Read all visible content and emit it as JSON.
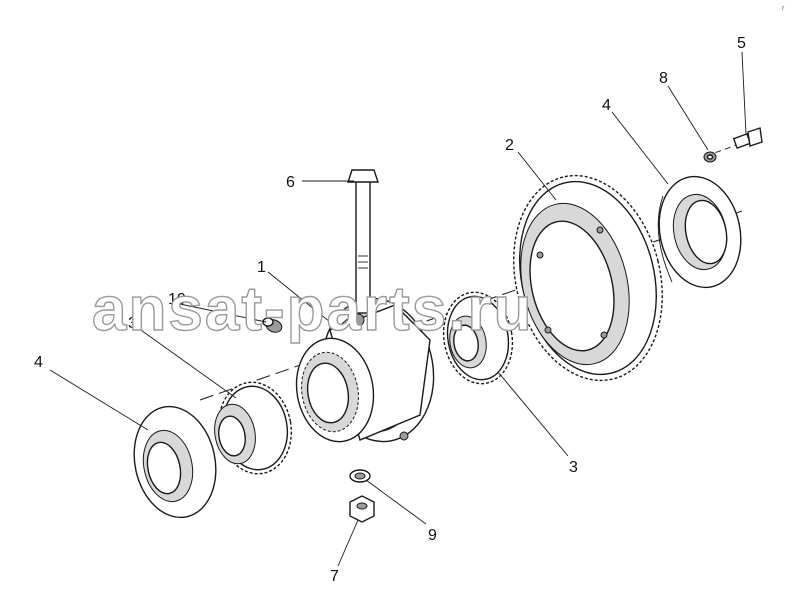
{
  "watermark": "ansat-parts.ru",
  "corner_mark": "r",
  "callouts": {
    "c1": "1",
    "c2": "2",
    "c3a": "3",
    "c3b": "3",
    "c4a": "4",
    "c4b": "4",
    "c5": "5",
    "c6": "6",
    "c7": "7",
    "c8": "8",
    "c9": "9",
    "c10": "10"
  }
}
